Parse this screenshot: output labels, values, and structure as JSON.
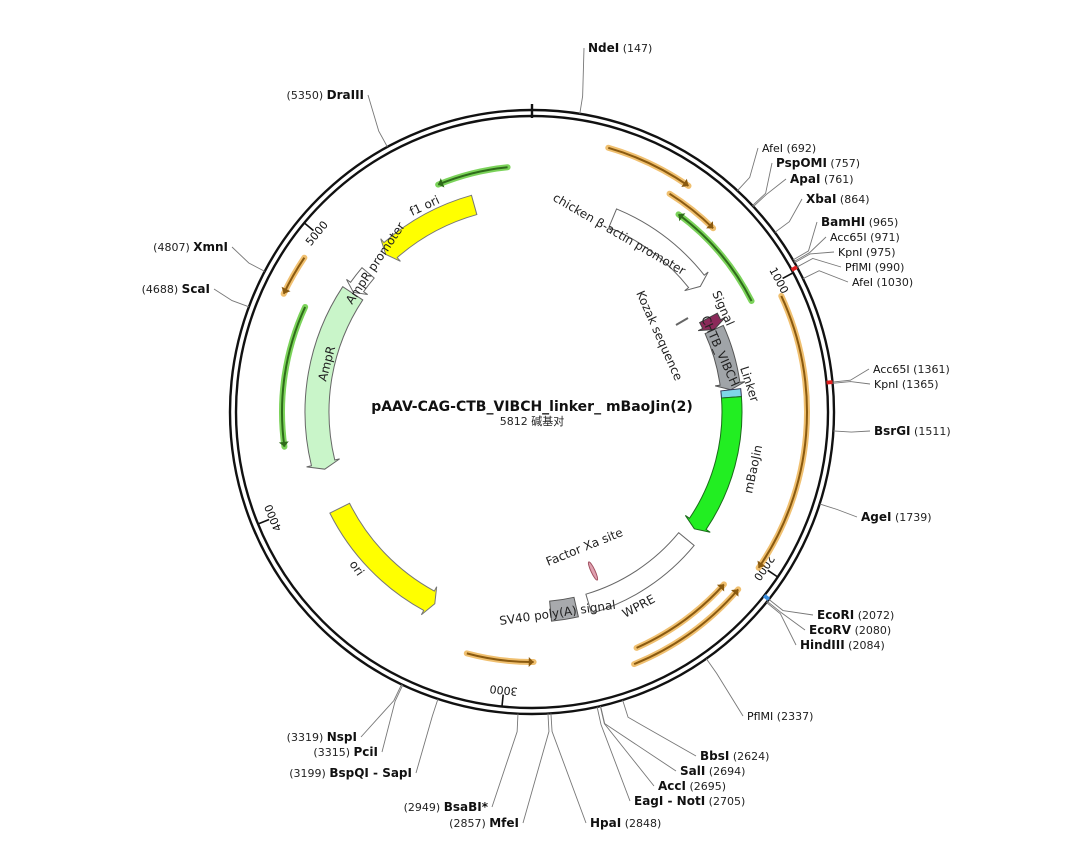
{
  "plasmid": {
    "name": "pAAV-CAG-CTB_VIBCH_linker_ mBaoJin(2)",
    "size_text": "5812 碱基对",
    "length": 5812
  },
  "ticks": [
    "1000",
    "2000",
    "3000",
    "4000",
    "5000"
  ],
  "features": {
    "chicken_actin_promoter": "chicken β-actin promoter",
    "kozak": "Kozak sequence",
    "signal": "Signal",
    "ctb": "CHTB_VIBCH",
    "linker": "Linker",
    "mbaojin": "mBaoJin",
    "factor_xa": "Factor Xa site",
    "wpre": "WPRE",
    "sv40": "SV40 poly(A) signal",
    "ori": "ori",
    "ampr": "AmpR",
    "ampr_promoter": "AmpR promoter",
    "f1_ori": "f1 ori"
  },
  "sites": [
    {
      "name": "NdeI",
      "pos": "(147)"
    },
    {
      "name": "AfeI",
      "pos": "(692)"
    },
    {
      "name": "PspOMI",
      "pos": "(757)"
    },
    {
      "name": "ApaI",
      "pos": "(761)"
    },
    {
      "name": "XbaI",
      "pos": "(864)"
    },
    {
      "name": "BamHI",
      "pos": "(965)"
    },
    {
      "name": "Acc65I",
      "pos": "(971)"
    },
    {
      "name": "KpnI",
      "pos": "(975)"
    },
    {
      "name": "PflMI",
      "pos": "(990)"
    },
    {
      "name": "AfeI",
      "pos": "(1030)"
    },
    {
      "name": "Acc65I",
      "pos": "(1361)"
    },
    {
      "name": "KpnI",
      "pos": "(1365)"
    },
    {
      "name": "BsrGI",
      "pos": "(1511)"
    },
    {
      "name": "AgeI",
      "pos": "(1739)"
    },
    {
      "name": "EcoRI",
      "pos": "(2072)"
    },
    {
      "name": "EcoRV",
      "pos": "(2080)"
    },
    {
      "name": "HindIII",
      "pos": "(2084)"
    },
    {
      "name": "PflMI",
      "pos": "(2337)"
    },
    {
      "name": "BbsI",
      "pos": "(2624)"
    },
    {
      "name": "SalI",
      "pos": "(2694)"
    },
    {
      "name": "AccI",
      "pos": "(2695)"
    },
    {
      "name": "EagI - NotI",
      "pos": "(2705)"
    },
    {
      "name": "HpaI",
      "pos": "(2848)"
    },
    {
      "name": "MfeI",
      "pos": "(2857)"
    },
    {
      "name": "BsaBI*",
      "pos": "(2949)"
    },
    {
      "name": "BspQI - SapI",
      "pos": "(3199)"
    },
    {
      "name": "PciI",
      "pos": "(3315)"
    },
    {
      "name": "NspI",
      "pos": "(3319)"
    },
    {
      "name": "ScaI",
      "pos": "(4688)"
    },
    {
      "name": "XmnI",
      "pos": "(4807)"
    },
    {
      "name": "DraIII",
      "pos": "(5350)"
    }
  ],
  "colors": {
    "backbone": "#111111",
    "orf": "#f0c070",
    "orf_arrow": "#8a5a10",
    "green_orf": "#7bd35a",
    "green_arrow": "#2e6b1a",
    "f1_ori": "#ffff00",
    "ori": "#ffff00",
    "ampr": "#c9f5c9",
    "mbaojin": "#22ee22",
    "ctb": "#a0a4a8",
    "signal": "#8b2a5a",
    "linker": "#7fd6e6",
    "site_red": "#e02020",
    "site_blue": "#3a8ee0"
  }
}
